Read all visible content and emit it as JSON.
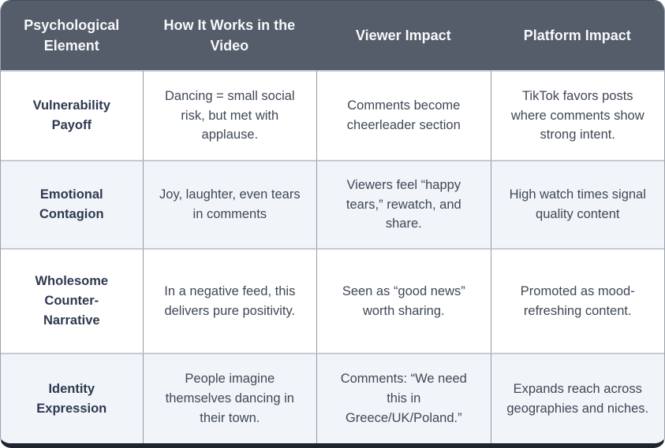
{
  "table": {
    "headers": [
      "Psychological Element",
      "How It Works in the Video",
      "Viewer Impact",
      "Platform Impact"
    ],
    "rows": [
      {
        "element": "Vulnerability Payoff",
        "how": "Dancing = small social risk, but met with applause.",
        "viewer": "Comments become cheerleader section",
        "platform": "TikTok favors posts where comments show strong intent."
      },
      {
        "element": "Emotional Contagion",
        "how": "Joy, laughter, even tears in comments",
        "viewer": "Viewers feel “happy tears,” rewatch, and share.",
        "platform": "High watch times signal quality content"
      },
      {
        "element": "Wholesome Counter-Narrative",
        "how": "In a negative feed, this delivers pure positivity.",
        "viewer": "Seen as “good news” worth sharing.",
        "platform": "Promoted as mood-refreshing content."
      },
      {
        "element": "Identity Expression",
        "how": "People imagine themselves dancing in their town.",
        "viewer": "Comments: “We need this in Greece/UK/Poland.”",
        "platform": "Expands reach across geographies and niches."
      }
    ]
  },
  "colors": {
    "header_bg": "#555D6B",
    "header_text": "#F7F8F9",
    "row_alt_bg": "#F1F5FA",
    "body_text": "#3F4856",
    "row_heading_text": "#2E3950",
    "cell_divider": "#949AA4",
    "row_divider": "#C6CBD2",
    "bottom_accent_border": "#1E2531"
  }
}
